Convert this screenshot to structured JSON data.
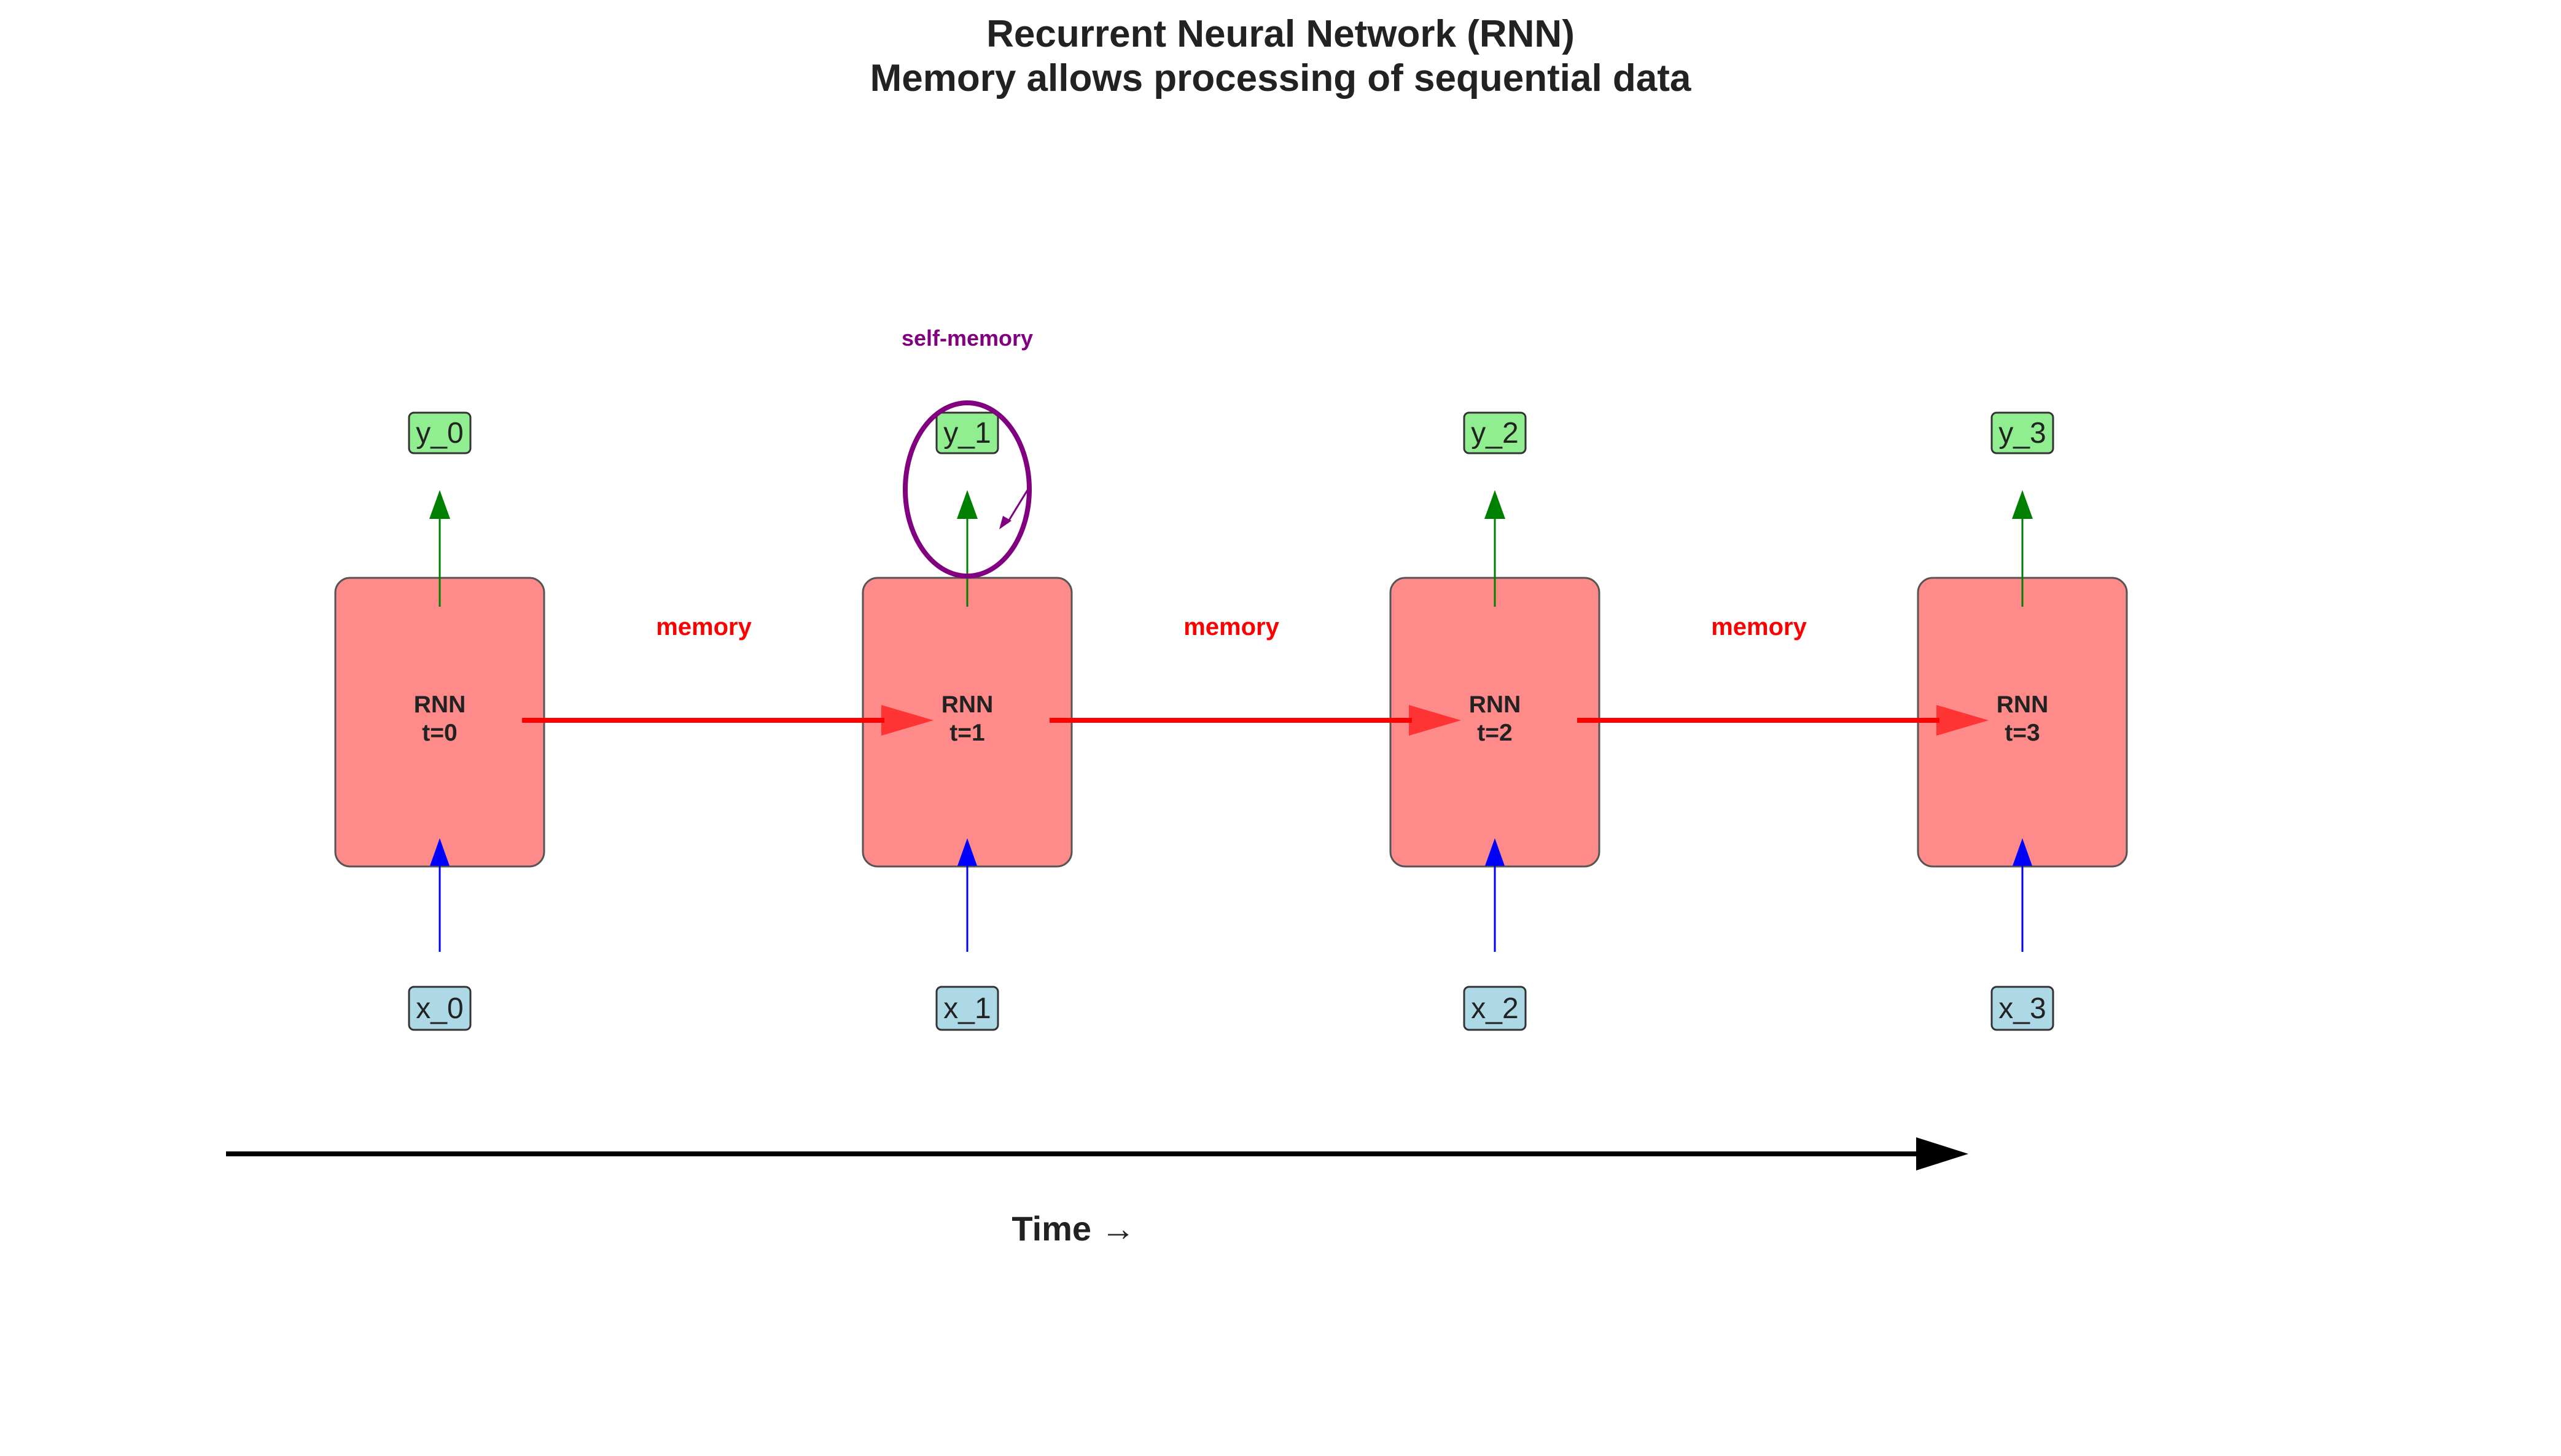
{
  "title": {
    "line1": "Recurrent Neural Network (RNN)",
    "line2": "Memory allows processing of sequential data"
  },
  "steps": [
    {
      "cell_label": "RNN",
      "time_label": "t=0",
      "input": "x_0",
      "output": "y_0"
    },
    {
      "cell_label": "RNN",
      "time_label": "t=1",
      "input": "x_1",
      "output": "y_1"
    },
    {
      "cell_label": "RNN",
      "time_label": "t=2",
      "input": "x_2",
      "output": "y_2"
    },
    {
      "cell_label": "RNN",
      "time_label": "t=3",
      "input": "x_3",
      "output": "y_3"
    }
  ],
  "memory_links": [
    "memory",
    "memory",
    "memory"
  ],
  "self_memory_label": "self-memory",
  "time_axis_label": "Time →",
  "colors": {
    "cell_fill": "#ff8a8a",
    "memory": "#ff0000",
    "input_box": "#add8e6",
    "input_arrow": "#0000ff",
    "output_box": "#90ee90",
    "output_arrow": "#008000",
    "self_memory": "#800080",
    "time_axis": "#000000"
  }
}
